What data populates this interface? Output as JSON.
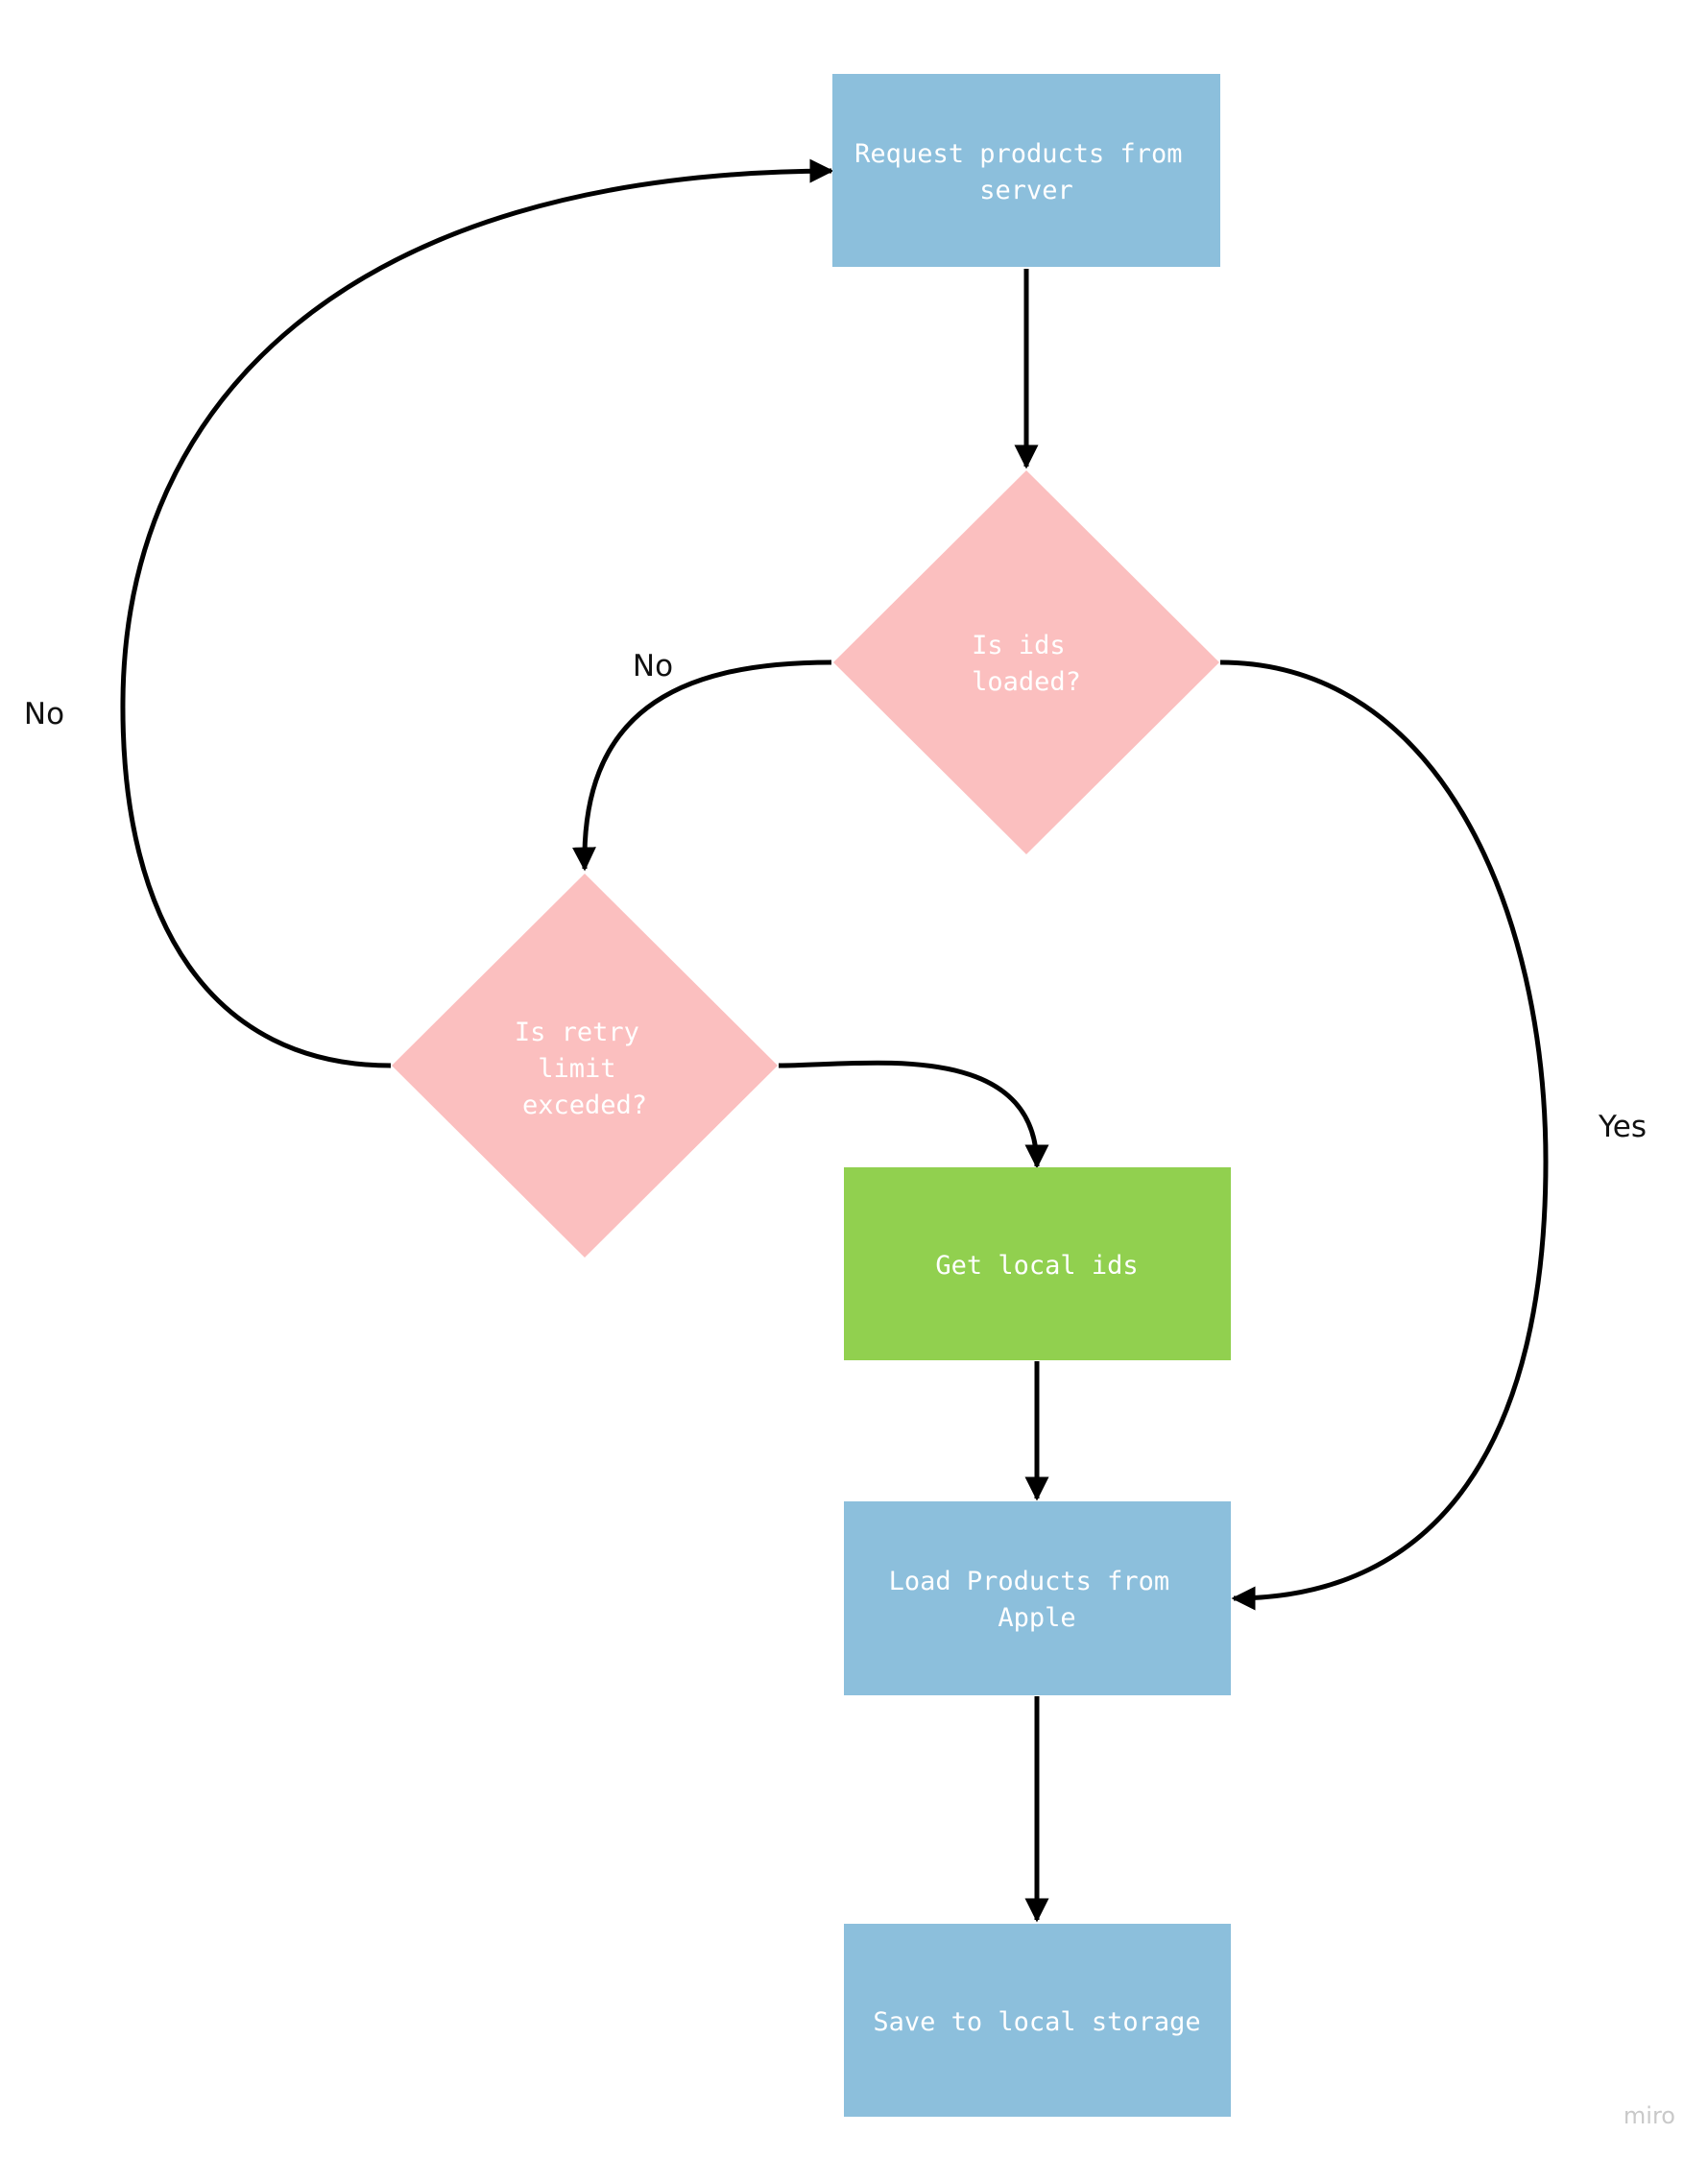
{
  "nodes": {
    "request_products": {
      "lines": [
        "Request products from",
        "server"
      ],
      "color": "#8cbfdc"
    },
    "is_ids_loaded": {
      "lines": [
        "Is ids",
        "loaded?"
      ],
      "color": "#fbbfbf"
    },
    "is_retry_limit": {
      "lines": [
        "Is retry",
        "limit",
        "exceded?"
      ],
      "color": "#fbbfbf"
    },
    "get_local_ids": {
      "lines": [
        "Get local ids"
      ],
      "color": "#91d04f"
    },
    "load_products": {
      "lines": [
        "Load Products from",
        "Apple"
      ],
      "color": "#8cbfdc"
    },
    "save_storage": {
      "lines": [
        "Save to local storage"
      ],
      "color": "#8cbfdc"
    }
  },
  "edge_labels": {
    "no_ids": "No",
    "no_retry": "No",
    "yes_ids": "Yes"
  },
  "watermark": "miro"
}
